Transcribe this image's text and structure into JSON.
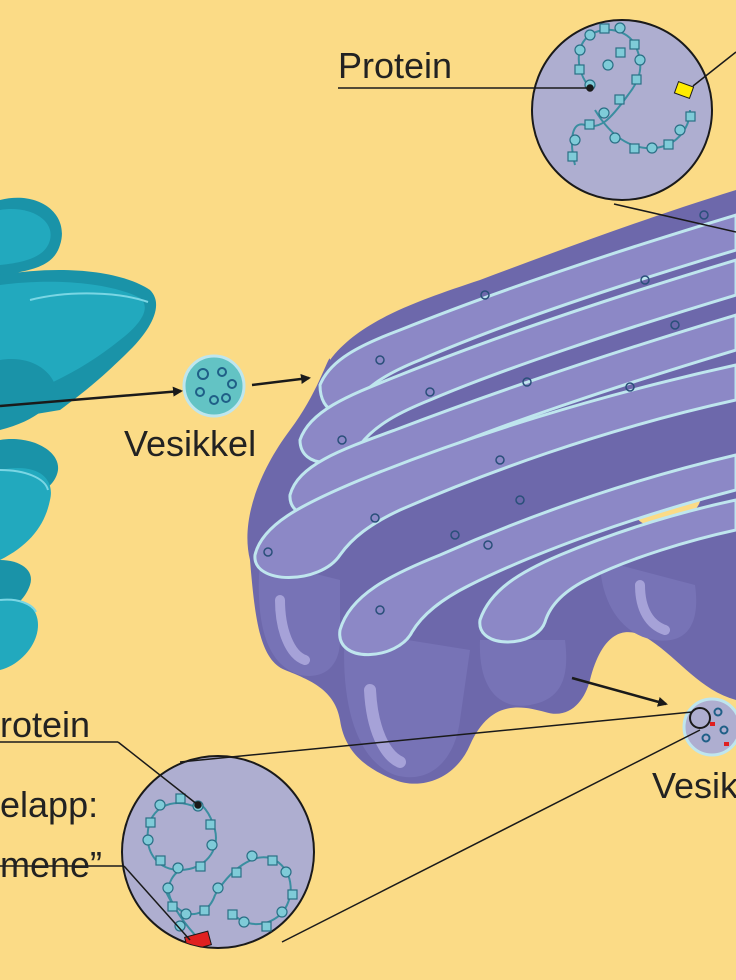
{
  "colors": {
    "background": "#fbdb86",
    "er_teal": "#22a9be",
    "golgi_purple": "#7773b6",
    "inset_fill": "#aeaed0",
    "amino_acid": "#7fcbd8",
    "tag_yellow": "#ffec00",
    "tag_red": "#e02020",
    "membrane_line": "#bfe6ee"
  },
  "labels": {
    "protein_top": "Protein",
    "vesicle_middle": "Vesikkel",
    "protein_bottom": "rotein",
    "tag_line1": "elapp:",
    "tag_line2": "mene”",
    "vesicle_right": "Vesik"
  },
  "icons": [
    "er-stack-icon",
    "golgi-apparatus-icon",
    "vesicle-icon",
    "protein-chain-icon",
    "tag-icon"
  ]
}
